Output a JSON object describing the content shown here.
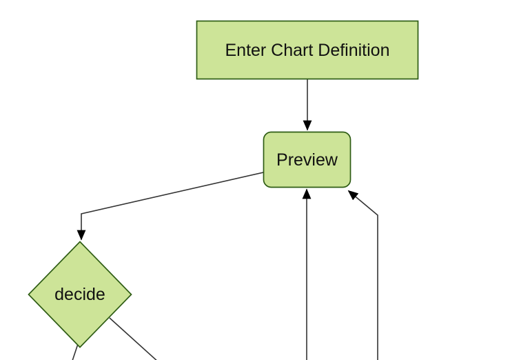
{
  "diagram": {
    "type": "flowchart",
    "background": "#ffffff",
    "palette": {
      "node_fill": "#cde498",
      "node_border": "#2e5c14",
      "edge_stroke": "#333333",
      "arrowhead": "#000000",
      "label_text": "#111111"
    },
    "nodes": [
      {
        "id": "enter-chart-definition",
        "shape": "rectangle",
        "label": "Enter Chart Definition"
      },
      {
        "id": "preview",
        "shape": "rounded-rectangle",
        "label": "Preview"
      },
      {
        "id": "decide",
        "shape": "diamond",
        "label": "decide"
      }
    ],
    "edges": [
      {
        "from": "enter-chart-definition",
        "to": "preview",
        "arrowhead": true
      },
      {
        "from": "preview",
        "to": "decide",
        "arrowhead": true
      },
      {
        "from": "offscreen-bottom-center",
        "to": "preview",
        "arrowhead": true
      },
      {
        "from": "offscreen-bottom-right",
        "to": "preview",
        "arrowhead": true
      },
      {
        "from": "decide",
        "to": "offscreen-bottom-left",
        "arrowhead": false
      },
      {
        "from": "decide",
        "to": "offscreen-bottom-right",
        "arrowhead": false
      }
    ]
  }
}
